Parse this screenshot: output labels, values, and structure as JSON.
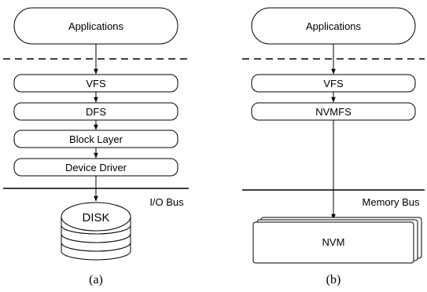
{
  "panel_a": {
    "top": "Applications",
    "layers": [
      "VFS",
      "DFS",
      "Block Layer",
      "Device Driver"
    ],
    "bus": "I/O Bus",
    "device": "DISK",
    "caption": "(a)"
  },
  "panel_b": {
    "top": "Applications",
    "layers": [
      "VFS",
      "NVMFS"
    ],
    "bus": "Memory Bus",
    "device": "NVM",
    "caption": "(b)"
  }
}
